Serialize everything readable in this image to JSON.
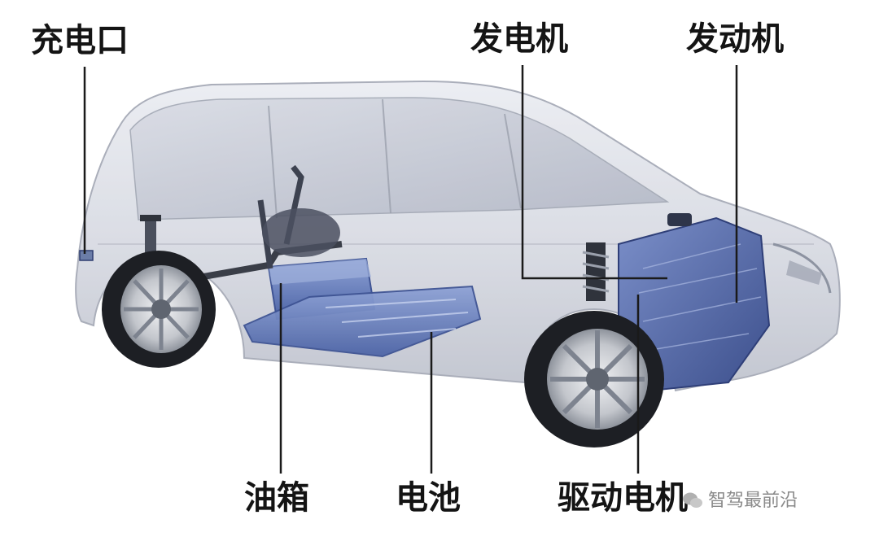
{
  "labels": {
    "charging_port": "充电口",
    "generator": "发电机",
    "engine": "发动机",
    "fuel_tank": "油箱",
    "battery": "电池",
    "drive_motor": "驱动电机"
  },
  "watermark": {
    "text": "智驾最前沿"
  },
  "colors": {
    "label_text": "#141414",
    "leader_line": "#1a1a1a",
    "component_blue": "#4a63a8",
    "body_translucent": "#c9ccd6",
    "watermark_text": "#8a8a8a"
  }
}
